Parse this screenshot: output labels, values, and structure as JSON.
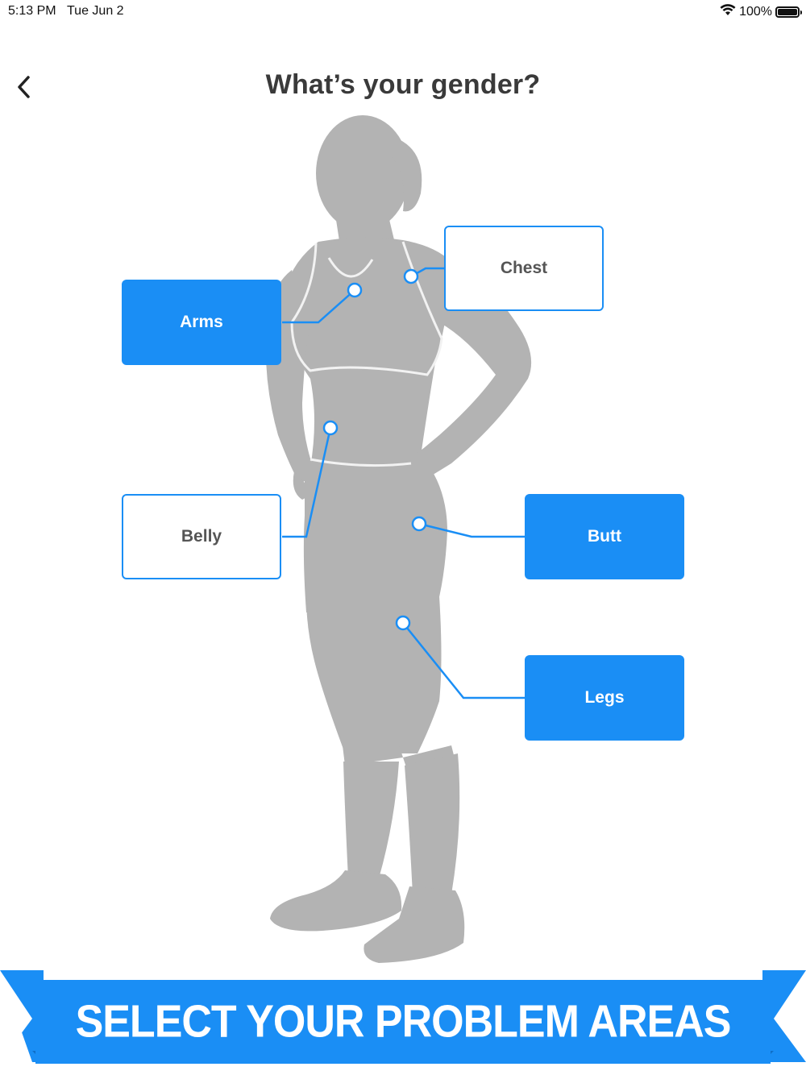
{
  "status_bar": {
    "time": "5:13 PM",
    "date": "Tue Jun 2",
    "battery": "100%",
    "wifi_icon": "wifi-icon",
    "battery_icon": "battery-icon"
  },
  "header": {
    "back_icon": "chevron-left-icon",
    "title": "What’s your gender?"
  },
  "areas": {
    "arms": {
      "label": "Arms",
      "selected": true
    },
    "chest": {
      "label": "Chest",
      "selected": false
    },
    "belly": {
      "label": "Belly",
      "selected": false
    },
    "butt": {
      "label": "Butt",
      "selected": true
    },
    "legs": {
      "label": "Legs",
      "selected": true
    }
  },
  "banner": {
    "text": "SELECT YOUR PROBLEM AREAS"
  },
  "colors": {
    "accent": "#1a8ef5",
    "banner": "#1a8ef5",
    "banner_fold": "#0f6fc7",
    "silhouette": "#b3b3b3",
    "title": "#3a3a3a",
    "unselected_text": "#555555"
  }
}
